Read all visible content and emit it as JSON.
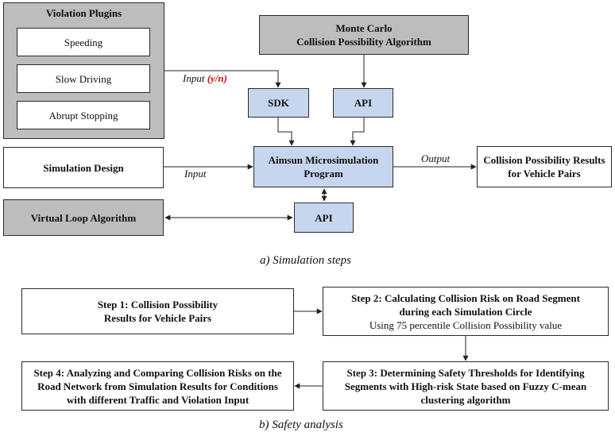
{
  "section_a": {
    "violation_plugins": {
      "title": "Violation Plugins",
      "items": [
        "Speeding",
        "Slow Driving",
        "Abrupt Stopping"
      ]
    },
    "monte_carlo": {
      "line1": "Monte Carlo",
      "line2": "Collision Possibility Algorithm"
    },
    "sdk": "SDK",
    "api_top": "API",
    "simulation_design": "Simulation Design",
    "aimsun": {
      "line1": "Aimsun Microsimulation",
      "line2": "Program"
    },
    "results": {
      "line1": "Collision Possibility Results",
      "line2": "for Vehicle Pairs"
    },
    "virtual_loop": "Virtual Loop Algorithm",
    "api_bottom": "API",
    "labels": {
      "input_yn_prefix": "Input ",
      "input_yn_suffix": "(y/n)",
      "input": "Input",
      "output": "Output"
    },
    "caption": "a)  Simulation steps"
  },
  "section_b": {
    "step1": {
      "line1": "Step 1: Collision Possibility",
      "line2": "Results for Vehicle Pairs"
    },
    "step2": {
      "line1": "Step 2: Calculating Collision Risk on Road Segment",
      "line2": "during each Simulation Circle",
      "line3": "Using 75 percentile Collision Possibility value"
    },
    "step3": {
      "line1": "Step 3: Determining Safety Thresholds for Identifying",
      "line2": "Segments with High-risk State based on Fuzzy C-mean",
      "line3": "clustering algorithm"
    },
    "step4": {
      "line1": "Step 4: Analyzing and Comparing Collision Risks on the",
      "line2": "Road Network from Simulation Results for Conditions",
      "line3": "with different Traffic and Violation Input"
    },
    "caption": "b) Safety analysis"
  }
}
